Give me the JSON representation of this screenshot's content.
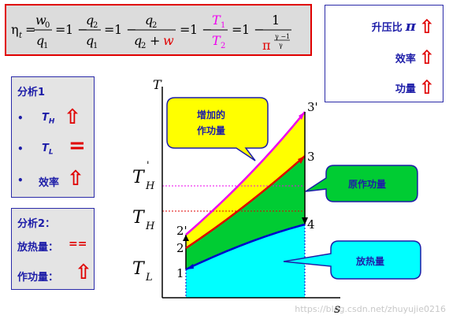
{
  "formula": {
    "eta": "η",
    "eta_sub": "t",
    "f1_num": "w",
    "f1_num_sub": "0",
    "f1_den": "q",
    "f1_den_sub": "1",
    "f2_num": "q",
    "f2_num_sub": "2",
    "f2_den": "q",
    "f2_den_sub": "1",
    "f3_num": "q",
    "f3_num_sub": "2",
    "f3_den_a": "q",
    "f3_den_a_sub": "2",
    "f3_den_w": "w",
    "f4_num": "T",
    "f4_num_sub": "1",
    "f4_den": "T",
    "f4_den_sub": "2",
    "f5_num": "1",
    "f5_den_pi": "π",
    "f5_exp_num": "γ −1",
    "f5_exp_den": "γ",
    "eq": "=",
    "one_minus": "1 −",
    "plus": "+"
  },
  "right_box": [
    {
      "label": "升压比",
      "sym": "π",
      "arrow": "⇧"
    },
    {
      "label": "效率",
      "arrow": "⇧"
    },
    {
      "label": "功量",
      "arrow": "⇧"
    }
  ],
  "analysis1": {
    "title": "分析1",
    "items": [
      {
        "bullet": "•",
        "label": "T",
        "sub": "H",
        "mark": "⇧"
      },
      {
        "bullet": "•",
        "label": "T",
        "sub": "L",
        "mark": "="
      },
      {
        "bullet": "•",
        "label": "效率",
        "mark": "⇧"
      }
    ]
  },
  "analysis2": {
    "title": "分析2：",
    "rows": [
      {
        "label": "放热量：",
        "mark": "=="
      },
      {
        "label": "作功量：",
        "mark": "⇧"
      }
    ]
  },
  "diagram": {
    "axis_y": "T",
    "axis_x": "s",
    "th_prime": "T",
    "th_prime_sub": "H",
    "th_prime_mark": "'",
    "th": "T",
    "th_sub": "H",
    "tl": "T",
    "tl_sub": "L",
    "points": [
      "1",
      "2",
      "2'",
      "3",
      "3'",
      "4"
    ],
    "callout_added": "增加的\n作功量",
    "callout_original": "原作功量",
    "callout_heat": "放热量"
  },
  "colors": {
    "red": "#e00000",
    "magenta": "#ee00ee",
    "blue": "#1d1da8",
    "yellow": "#ffff00",
    "green": "#00cc33",
    "cyan": "#00ffff"
  },
  "watermark": "https://blog.csdn.net/zhuyujie0216"
}
